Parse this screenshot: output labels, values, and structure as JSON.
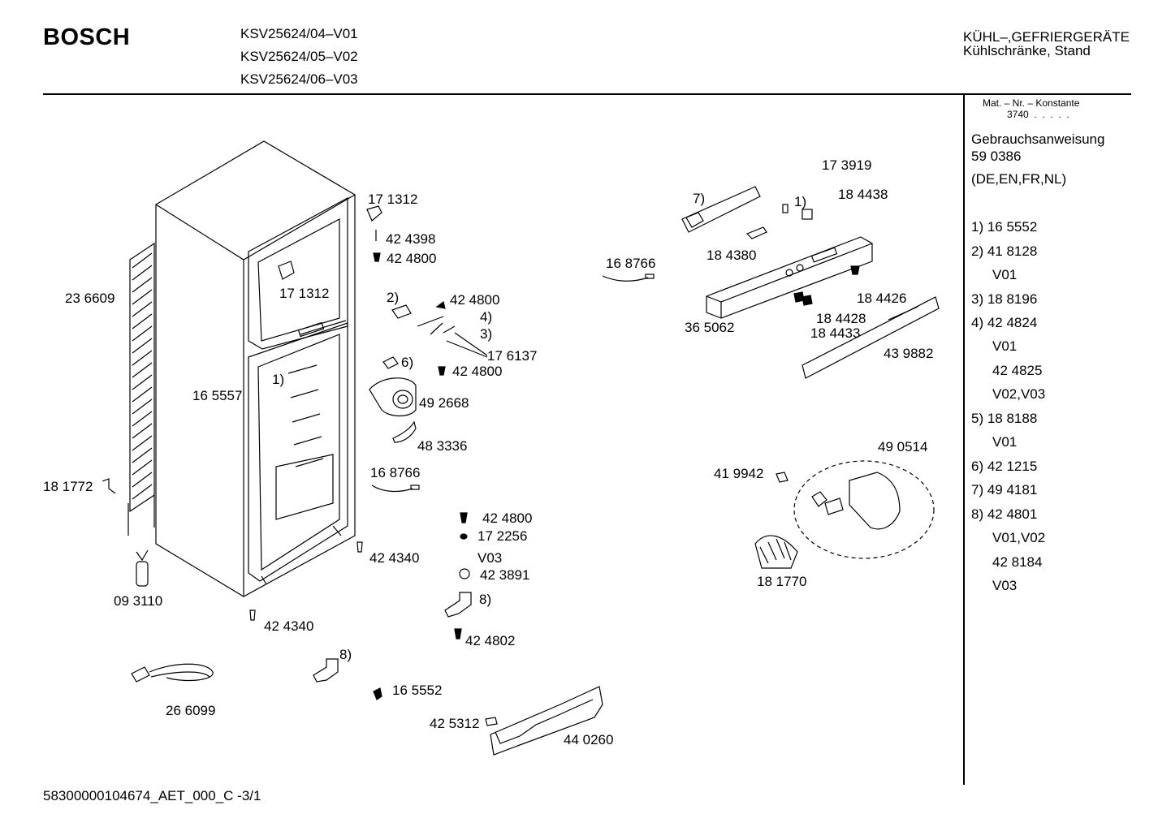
{
  "header": {
    "brand": "BOSCH",
    "models": [
      "KSV25624/04–V01",
      "KSV25624/05–V02",
      "KSV25624/06–V03"
    ],
    "category_line1": "KÜHL–,GEFRIERGERÄTE",
    "category_line2": "Kühlschränke, Stand"
  },
  "sidebar": {
    "mat_header": "Mat. – Nr. – Konstante",
    "mat_value": "3740  .  .  .  .  .",
    "manual_title": "Gebrauchsanweisung",
    "manual_number": "59 0386",
    "manual_languages": "(DE,EN,FR,NL)",
    "notes": [
      "1) 16 5552",
      "2) 41 8128",
      "V01",
      "3) 18 8196",
      "4) 42 4824",
      "V01",
      "42 4825",
      "V02,V03",
      "5) 18 8188",
      "V01",
      "6) 42 1215",
      "7) 49 4181",
      "8) 42 4801",
      "V01,V02",
      "42 8184",
      "V03"
    ]
  },
  "parts": [
    "17 1312",
    "42 4398",
    "42 4800",
    "17 1312",
    "23 6609",
    "2)",
    "42 4800",
    "4)",
    "3)",
    "17 6137",
    "42 4800",
    "6)",
    "1)",
    "16 5557",
    "49 2668",
    "48 3336",
    "16 8766",
    "18 1772",
    "42 4340",
    "42 4800",
    "17 2256",
    "V03",
    "42 3891",
    "8)",
    "42 4802",
    "09 3110",
    "42 4340",
    "8)",
    "16 5552",
    "26 6099",
    "42 5312",
    "44 0260",
    "7)",
    "1)",
    "17 3919",
    "18 4438",
    "16 8766",
    "18 4380",
    "18 4426",
    "36 5062",
    "18 4428",
    "18 4433",
    "43 9882",
    "49 0514",
    "41 9942",
    "18 1770"
  ],
  "footer": {
    "document_code": "58300000104674_AET_000_C  -3/1"
  }
}
